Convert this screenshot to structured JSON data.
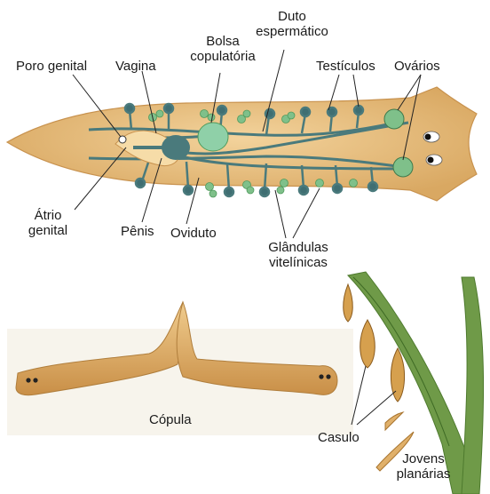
{
  "labels": {
    "poro_genital": "Poro genital",
    "vagina": "Vagina",
    "bolsa_1": "Bolsa",
    "bolsa_2": "copulatória",
    "duto_1": "Duto",
    "duto_2": "espermático",
    "testiculos": "Testículos",
    "ovarios": "Ovários",
    "atrio_1": "Átrio",
    "atrio_2": "genital",
    "penis": "Pênis",
    "oviduto": "Oviduto",
    "glandulas_1": "Glândulas",
    "glandulas_2": "vitelínicas",
    "copula": "Cópula",
    "casulo": "Casulo",
    "jovens_1": "Jovens",
    "jovens_2": "planárias"
  },
  "colors": {
    "body": "#e3b978",
    "body_edge": "#c8924e",
    "duct": "#4a7a7c",
    "testis": "#3f6e72",
    "vitelline": "#7fc08a",
    "bursa": "#8fd0a8",
    "plant": "#5d8a3a",
    "leader": "#222222"
  }
}
